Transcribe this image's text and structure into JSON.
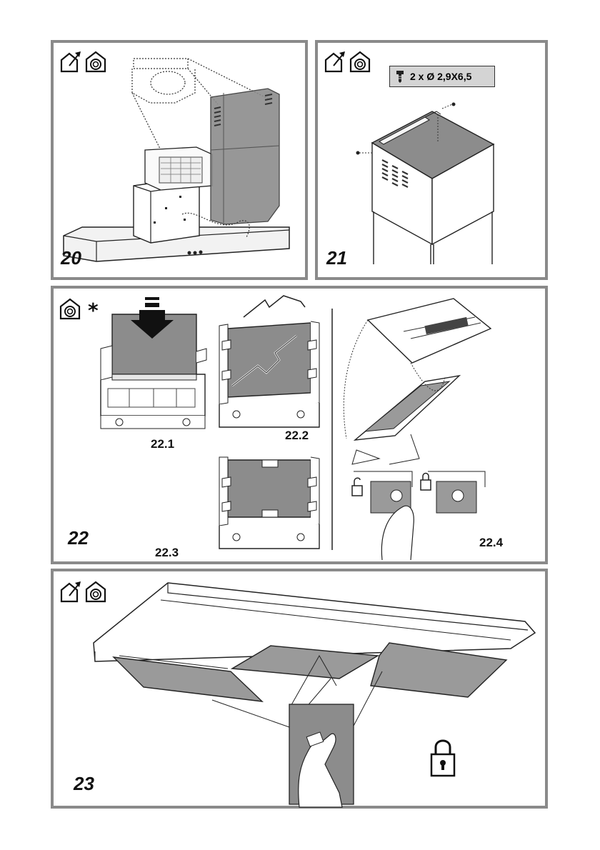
{
  "steps": {
    "s20": {
      "number": "20",
      "icons": [
        "house-exterior-vent-icon",
        "house-recirculation-icon"
      ]
    },
    "s21": {
      "number": "21",
      "icons": [
        "house-exterior-vent-icon",
        "house-recirculation-icon"
      ],
      "screw_spec": "2 x  Ø 2,9X6,5",
      "screw_icon": "screw-icon"
    },
    "s22": {
      "number": "22",
      "icons": [
        "house-recirculation-icon"
      ],
      "asterisk": "*",
      "sub": {
        "a": "22.1",
        "b": "22.2",
        "c": "22.3",
        "d": "22.4"
      }
    },
    "s23": {
      "number": "23",
      "icons": [
        "house-exterior-vent-icon",
        "house-recirculation-icon"
      ],
      "lock": "padlock-closed-icon"
    }
  },
  "colors": {
    "frame": "#8a8a8a",
    "chimney": "#8c8c8c",
    "filter": "#9a9a9a",
    "line": "#222222"
  }
}
